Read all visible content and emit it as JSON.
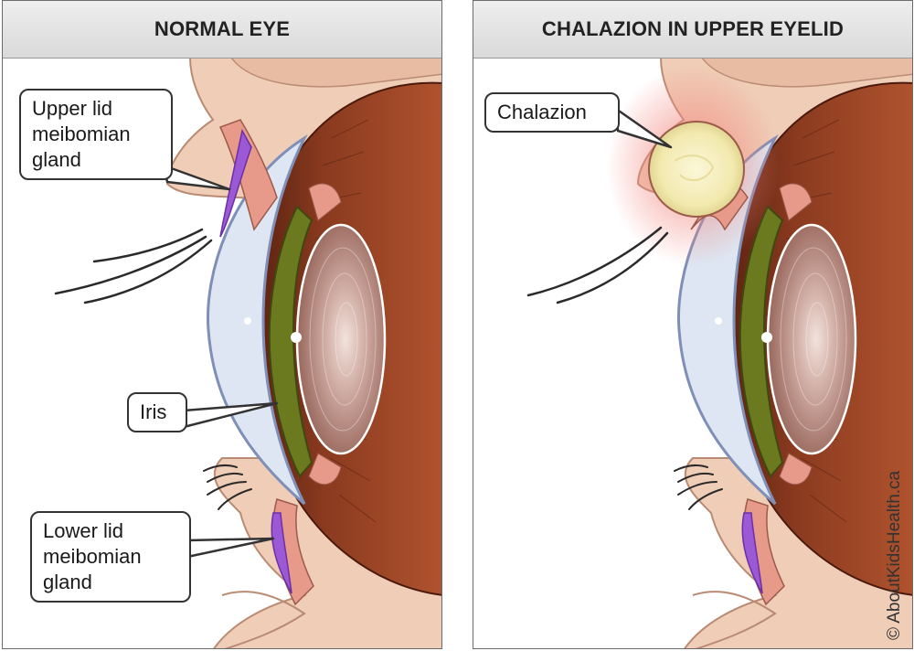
{
  "panels": {
    "normal": {
      "title": "NORMAL EYE",
      "labels": {
        "upper_gland": "Upper lid\nmeibomian\ngland",
        "iris": "Iris",
        "lower_gland": "Lower lid\nmeibomian\ngland"
      }
    },
    "chalazion": {
      "title": "CHALAZION IN UPPER EYELID",
      "labels": {
        "chalazion": "Chalazion"
      }
    }
  },
  "credit": "© AboutKidsHealth.ca",
  "colors": {
    "skin": "#f0cdb6",
    "skin_shadow": "#d9a98e",
    "sclera": "#9c4628",
    "sclera_dark": "#5e2412",
    "cornea": "#dde6f2",
    "cornea_edge": "#7f8fb8",
    "lens": "#b98e84",
    "iris": "#6b7a1e",
    "gland": "#9b59d6",
    "lid_pink": "#e89a8a",
    "chalazion_fill": "#f5efbf",
    "inflammation": "#f4a6a0"
  }
}
